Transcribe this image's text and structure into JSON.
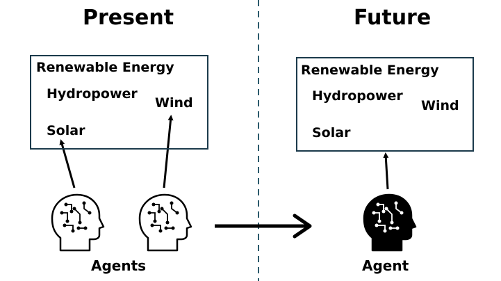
{
  "present": {
    "heading": "Present",
    "box": {
      "title": "Renewable Energy",
      "items": [
        "Hydropower",
        "Wind",
        "Solar"
      ]
    },
    "caption": "Agents"
  },
  "future": {
    "heading": "Future",
    "box": {
      "title": "Renewable Energy",
      "items": [
        "Hydropower",
        "Wind",
        "Solar"
      ]
    },
    "caption": "Agent"
  },
  "colors": {
    "divider": "#2b5a6b",
    "box_border": "#1b3a4b",
    "ink": "#000000"
  },
  "icons": {
    "present_agents": [
      "brain-head-outline-icon",
      "brain-head-outline-icon"
    ],
    "future_agent": "brain-head-filled-icon"
  }
}
